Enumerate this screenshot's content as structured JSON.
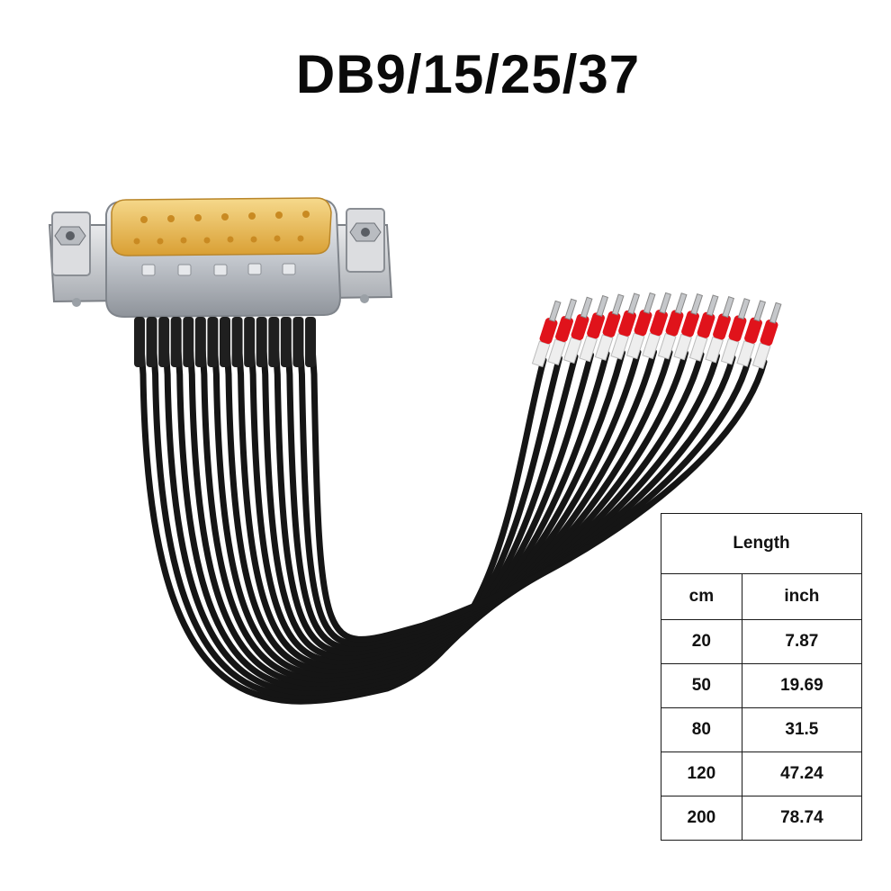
{
  "title": "DB9/15/25/37",
  "product": {
    "image": "db-connector-cable-with-ferrule-wire-ends",
    "colors": {
      "pin_gold": "#e8b84a",
      "shell_silver": "#c9ccd1",
      "wire_black": "#151515",
      "ferrule_red": "#e0131b"
    }
  },
  "table": {
    "header": "Length",
    "columns": [
      "cm",
      "inch"
    ],
    "rows": [
      {
        "cm": "20",
        "inch": "7.87"
      },
      {
        "cm": "50",
        "inch": "19.69"
      },
      {
        "cm": "80",
        "inch": "31.5"
      },
      {
        "cm": "120",
        "inch": "47.24"
      },
      {
        "cm": "200",
        "inch": "78.74"
      }
    ]
  }
}
